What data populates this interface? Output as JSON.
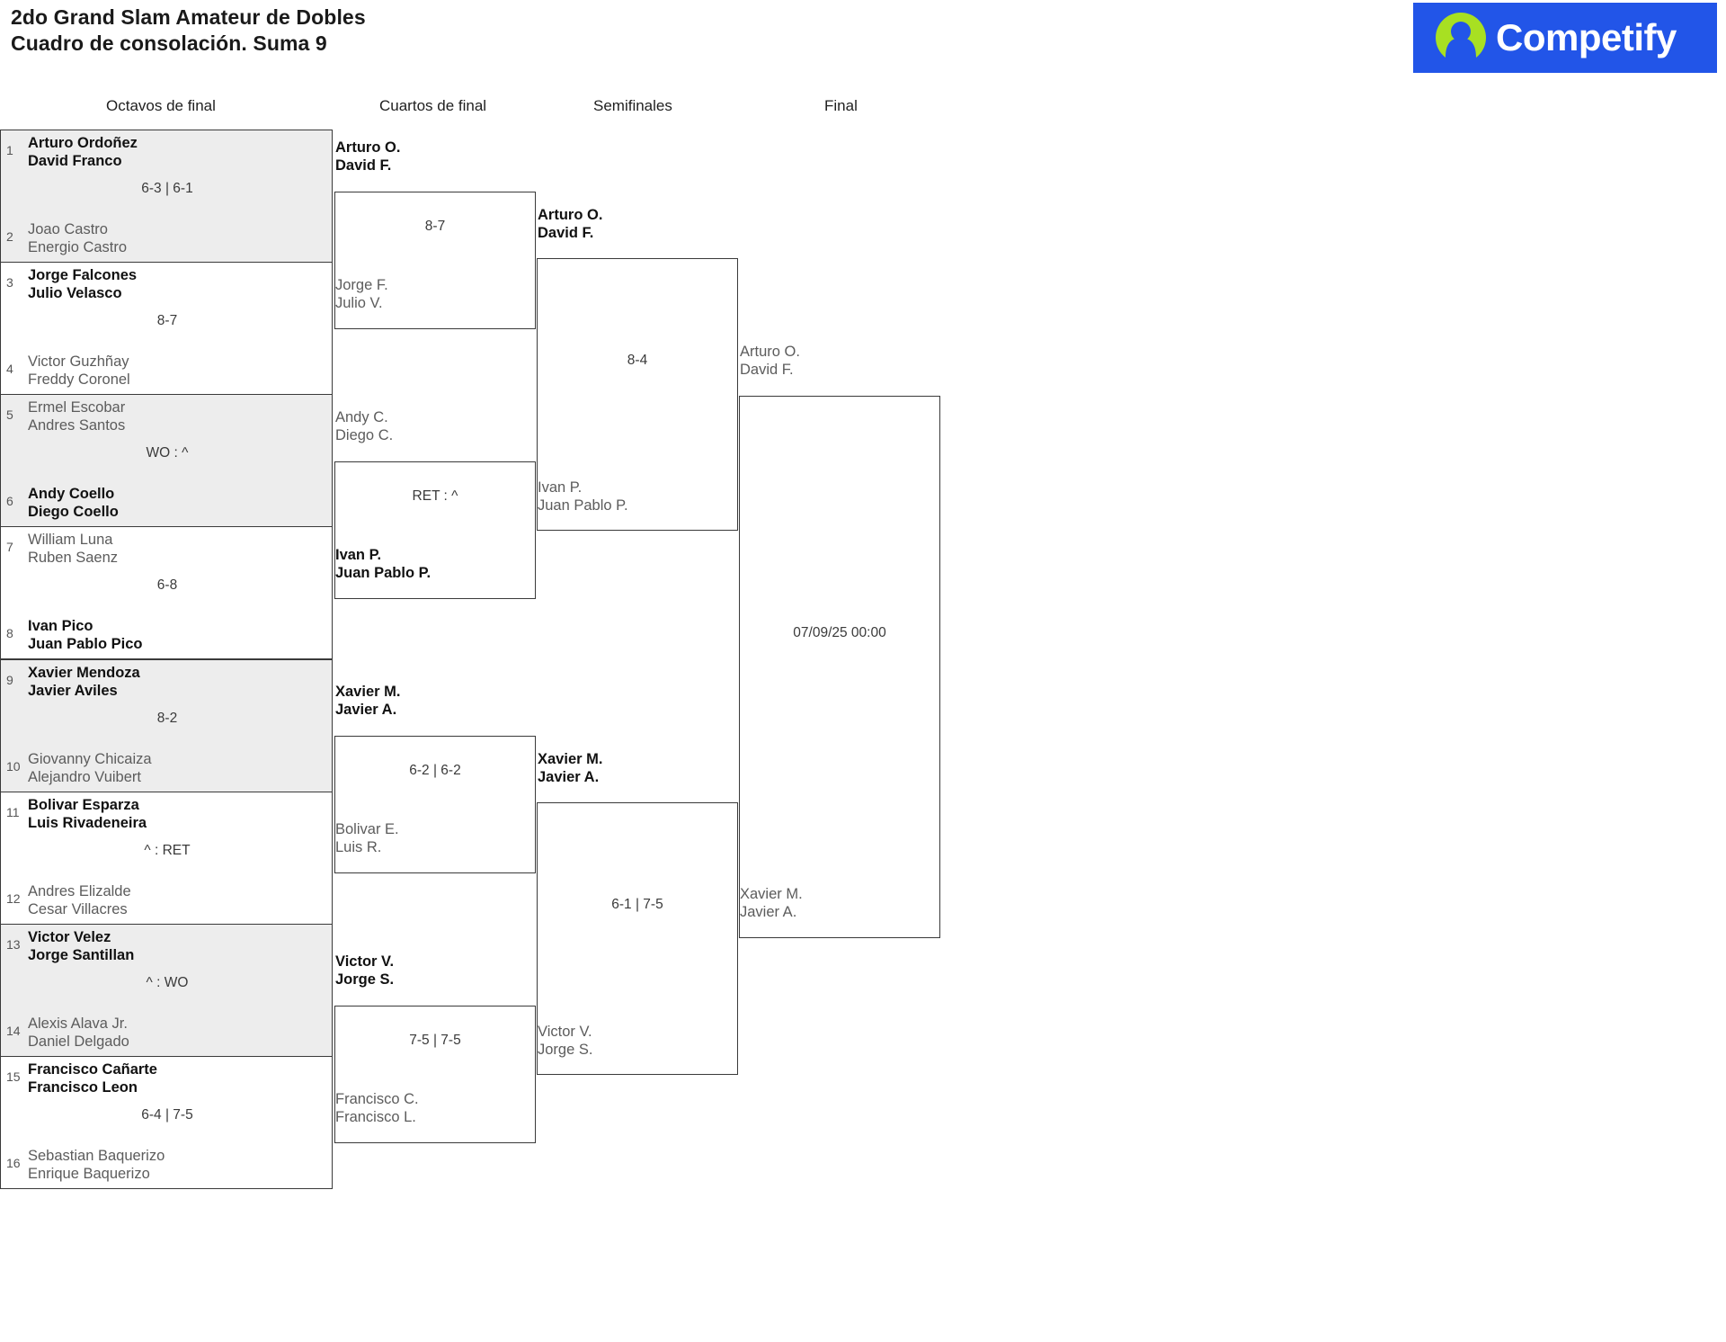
{
  "header": {
    "title_line1": "2do Grand Slam Amateur de Dobles",
    "title_line2": "Cuadro de consolación. Suma 9",
    "logo_text": "Competify",
    "logo_bg": "#2255e8",
    "logo_mark_color": "#a8e022"
  },
  "rounds": [
    {
      "label": "Octavos de final"
    },
    {
      "label": "Cuartos de final"
    },
    {
      "label": "Semifinales"
    },
    {
      "label": "Final"
    }
  ],
  "round1": [
    {
      "score": "6-3 | 6-1",
      "top": {
        "seed": "1",
        "p1": "Arturo Ordoñez",
        "p2": "David Franco",
        "winner": true
      },
      "bottom": {
        "seed": "2",
        "p1": "Joao Castro",
        "p2": "Energio Castro",
        "winner": false
      }
    },
    {
      "score": "8-7",
      "top": {
        "seed": "3",
        "p1": "Jorge Falcones",
        "p2": "Julio Velasco",
        "winner": true
      },
      "bottom": {
        "seed": "4",
        "p1": "Victor Guzhñay",
        "p2": "Freddy Coronel",
        "winner": false
      }
    },
    {
      "score": "WO : ^",
      "top": {
        "seed": "5",
        "p1": "Ermel Escobar",
        "p2": "Andres Santos",
        "winner": false
      },
      "bottom": {
        "seed": "6",
        "p1": "Andy Coello",
        "p2": "Diego Coello",
        "winner": true
      }
    },
    {
      "score": "6-8",
      "top": {
        "seed": "7",
        "p1": "William Luna",
        "p2": "Ruben Saenz",
        "winner": false
      },
      "bottom": {
        "seed": "8",
        "p1": "Ivan Pico",
        "p2": "Juan Pablo Pico",
        "winner": true
      }
    },
    {
      "score": "8-2",
      "top": {
        "seed": "9",
        "p1": "Xavier Mendoza",
        "p2": "Javier Aviles",
        "winner": true
      },
      "bottom": {
        "seed": "10",
        "p1": "Giovanny Chicaiza",
        "p2": "Alejandro Vuibert",
        "winner": false
      }
    },
    {
      "score": "^ : RET",
      "top": {
        "seed": "11",
        "p1": "Bolivar Esparza",
        "p2": "Luis Rivadeneira",
        "winner": true
      },
      "bottom": {
        "seed": "12",
        "p1": "Andres Elizalde",
        "p2": "Cesar Villacres",
        "winner": false
      }
    },
    {
      "score": "^ : WO",
      "top": {
        "seed": "13",
        "p1": "Victor Velez",
        "p2": "Jorge Santillan",
        "winner": true
      },
      "bottom": {
        "seed": "14",
        "p1": "Alexis Alava Jr.",
        "p2": "Daniel Delgado",
        "winner": false
      }
    },
    {
      "score": "6-4 | 7-5",
      "top": {
        "seed": "15",
        "p1": "Francisco Cañarte",
        "p2": "Francisco Leon",
        "winner": true
      },
      "bottom": {
        "seed": "16",
        "p1": "Sebastian Baquerizo",
        "p2": "Enrique Baquerizo",
        "winner": false
      }
    }
  ],
  "quarterfinals": [
    {
      "score": "8-7",
      "top": {
        "p1": "Arturo O.",
        "p2": "David F.",
        "winner": true
      },
      "bottom": {
        "p1": "Jorge F.",
        "p2": "Julio V.",
        "winner": false
      }
    },
    {
      "score": "RET : ^",
      "top": {
        "p1": "Andy C.",
        "p2": "Diego C.",
        "winner": false
      },
      "bottom": {
        "p1": "Ivan P.",
        "p2": "Juan Pablo P.",
        "winner": true
      }
    },
    {
      "score": "6-2 | 6-2",
      "top": {
        "p1": "Xavier M.",
        "p2": "Javier A.",
        "winner": true
      },
      "bottom": {
        "p1": "Bolivar E.",
        "p2": "Luis R.",
        "winner": false
      }
    },
    {
      "score": "7-5 | 7-5",
      "top": {
        "p1": "Victor V.",
        "p2": "Jorge S.",
        "winner": true
      },
      "bottom": {
        "p1": "Francisco C.",
        "p2": "Francisco L.",
        "winner": false
      }
    }
  ],
  "semifinals": [
    {
      "score": "8-4",
      "top": {
        "p1": "Arturo O.",
        "p2": "David F.",
        "winner": true
      },
      "bottom": {
        "p1": "Ivan P.",
        "p2": "Juan Pablo P.",
        "winner": false
      }
    },
    {
      "score": "6-1 | 7-5",
      "top": {
        "p1": "Xavier M.",
        "p2": "Javier A.",
        "winner": true
      },
      "bottom": {
        "p1": "Victor V.",
        "p2": "Jorge S.",
        "winner": false
      }
    }
  ],
  "final": {
    "date": "07/09/25 00:00",
    "top": {
      "p1": "Arturo O.",
      "p2": "David F.",
      "winner": false
    },
    "bottom": {
      "p1": "Xavier M.",
      "p2": "Javier A.",
      "winner": false
    }
  }
}
